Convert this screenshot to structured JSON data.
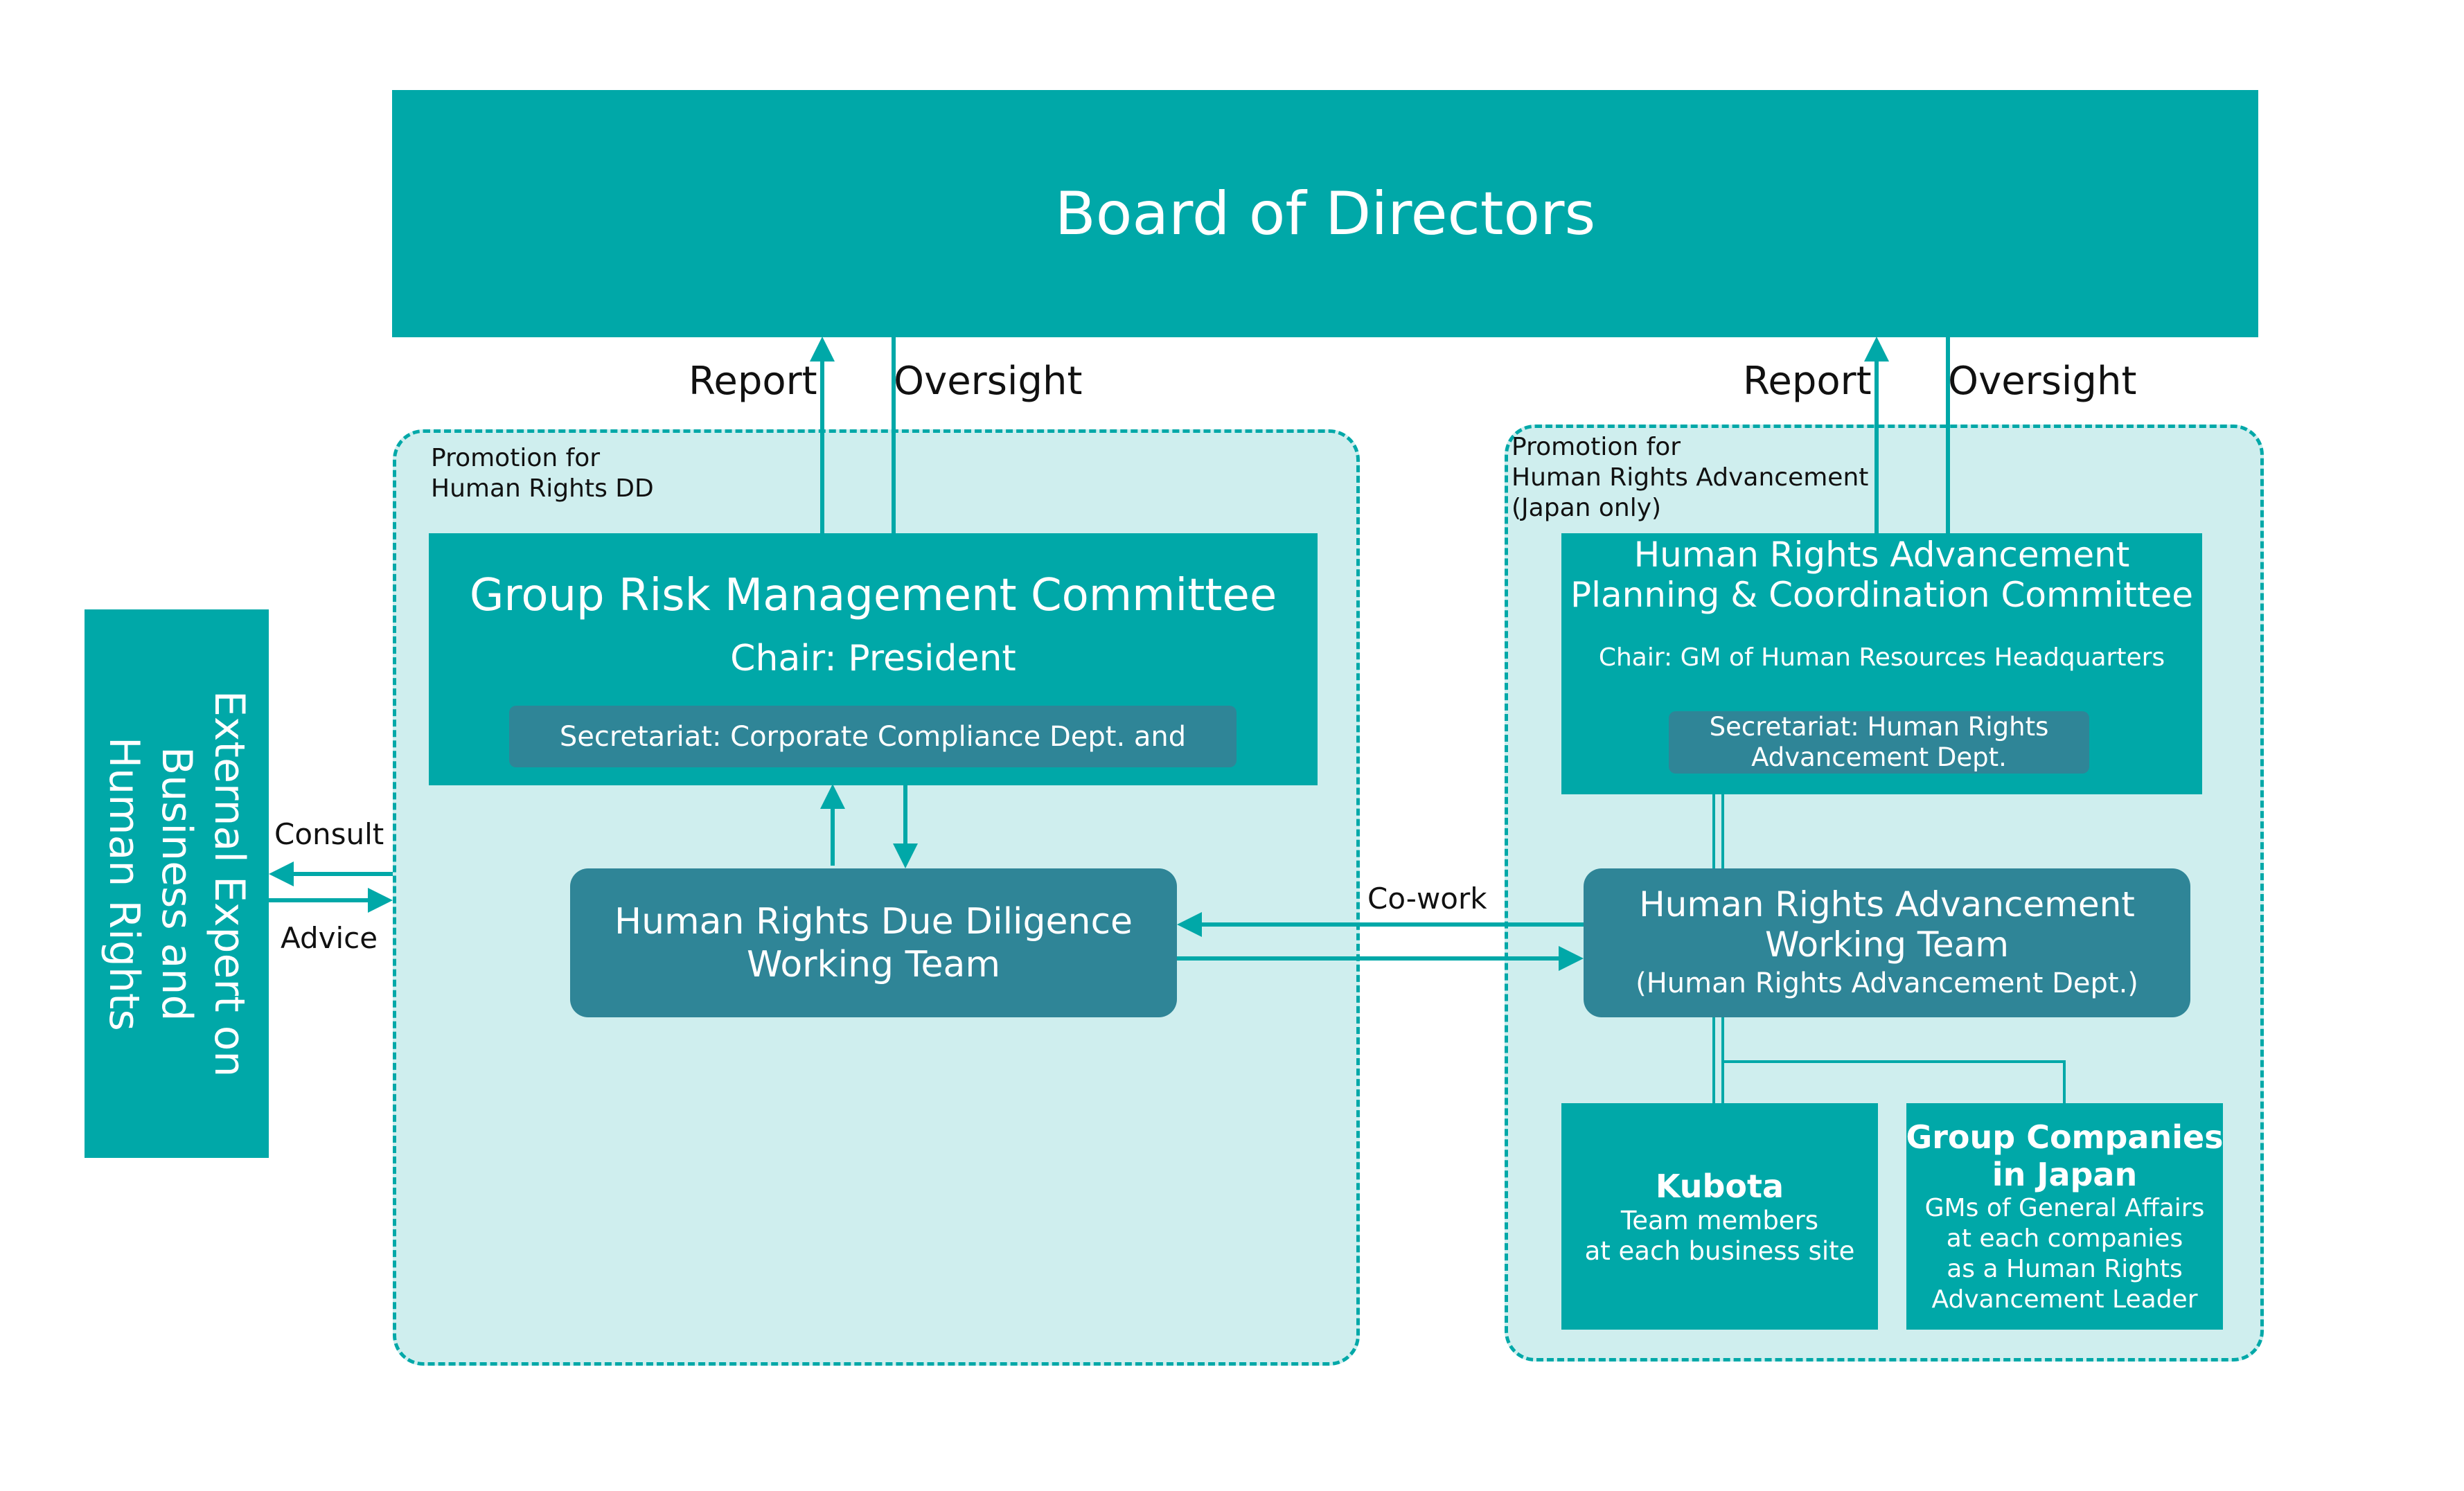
{
  "colors": {
    "teal": "#00a8a8",
    "steel": "#2f8597",
    "zone_fill": "#cfeeee",
    "text_dark": "#111111",
    "text_light": "#ffffff"
  },
  "board": {
    "title": "Board of Directors"
  },
  "flows": {
    "left_report": "Report",
    "left_oversight": "Oversight",
    "right_report": "Report",
    "right_oversight": "Oversight",
    "consult": "Consult",
    "advice": "Advice",
    "cowork": "Co-work"
  },
  "external": {
    "lines": [
      "External Expert on",
      "Business and",
      "Human Rights"
    ]
  },
  "left_zone": {
    "label_lines": [
      "Promotion for",
      "Human Rights DD"
    ],
    "committee": {
      "title": "Group Risk Management Committee",
      "chair": "Chair: President",
      "secretariat": "Secretariat: Corporate Compliance Dept. and"
    },
    "working_team": {
      "lines": [
        "Human Rights Due Diligence",
        "Working Team"
      ]
    }
  },
  "right_zone": {
    "label_lines": [
      "Promotion for",
      "Human Rights Advancement",
      "(Japan only)"
    ],
    "committee": {
      "title_lines": [
        "Human Rights Advancement",
        "Planning & Coordination Committee"
      ],
      "chair": "Chair: GM of Human Resources Headquarters",
      "secretariat_lines": [
        "Secretariat: Human Rights",
        "Advancement Dept."
      ]
    },
    "working_team": {
      "lines": [
        "Human Rights Advancement",
        "Working Team",
        "(Human Rights Advancement Dept.)"
      ]
    },
    "kubota": {
      "title": "Kubota",
      "lines": [
        "Team members",
        "at each business site"
      ]
    },
    "group_companies": {
      "title_lines": [
        "Group Companies",
        "in Japan"
      ],
      "lines": [
        "GMs of General Affairs",
        "at each companies",
        "as a Human Rights",
        "Advancement Leader"
      ]
    }
  }
}
